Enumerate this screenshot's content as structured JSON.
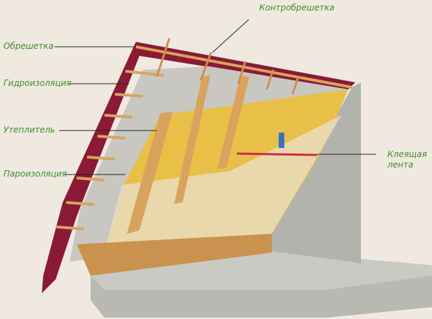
{
  "labels": {
    "counter_batten": "Контробрешетка",
    "batten": "Обрешетка",
    "waterproofing": "Гидроизоляция",
    "insulation": "Утеплитель",
    "vapor_barrier": "Пароизоляция",
    "adhesive_tape_line1": "Клеящая",
    "adhesive_tape_line2": "лента"
  },
  "colors": {
    "background": "#efe9df",
    "label": "#3f8f2c",
    "roofing": "#8a1a35",
    "insulation": "#e8c048",
    "wood": "#d9a35e",
    "concrete": "#bdbdb8",
    "tape": "#d0284a"
  }
}
